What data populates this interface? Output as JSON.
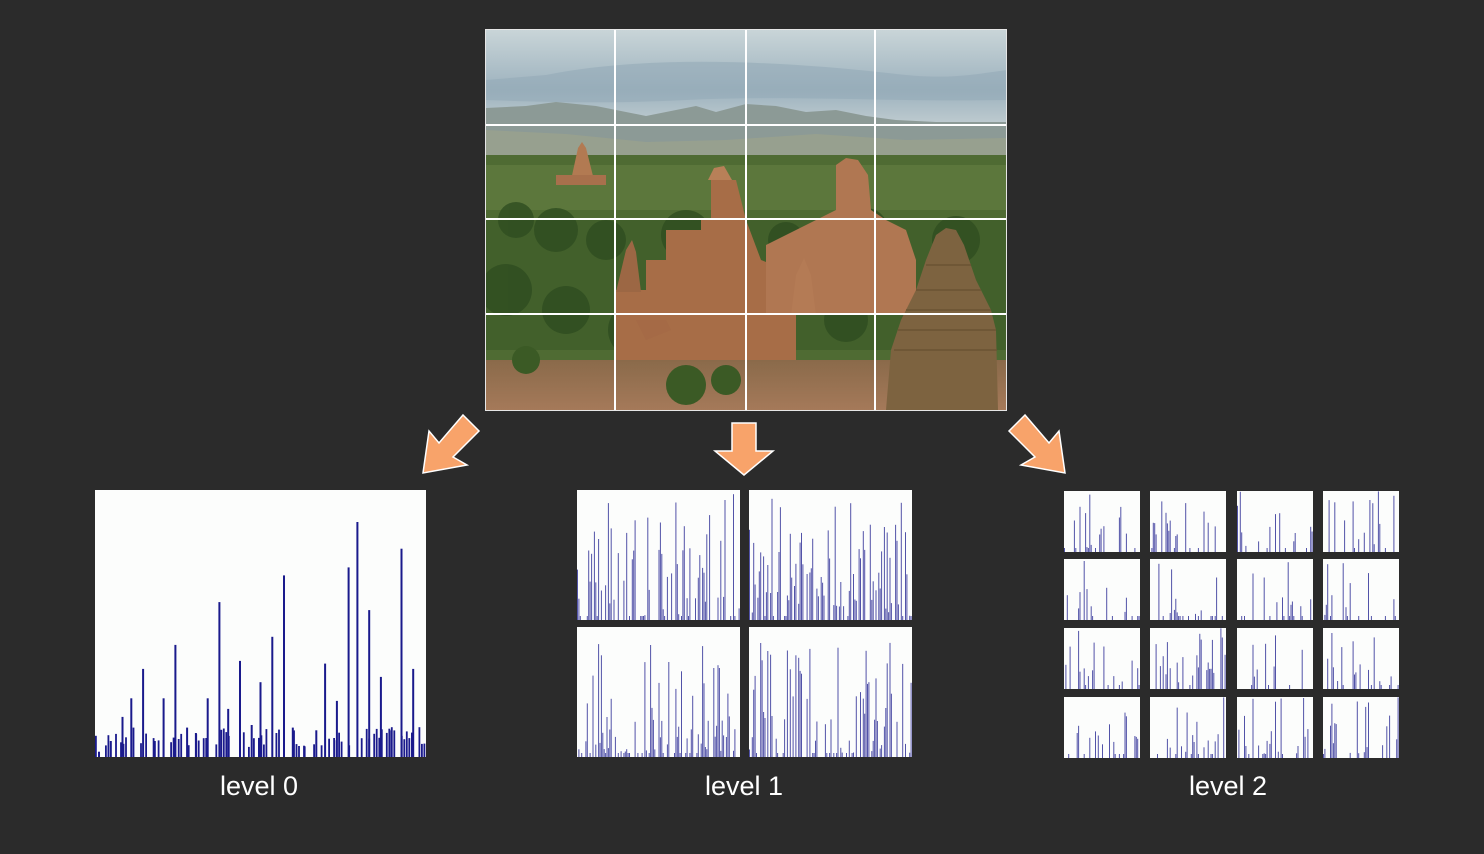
{
  "labels": {
    "level0": "level 0",
    "level1": "level 1",
    "level2": "level 2"
  },
  "colors": {
    "background": "#2b2b2b",
    "arrow_fill": "#f8a36a",
    "arrow_stroke": "#ffffff",
    "histogram_bar": "#1a1a8c",
    "panel_background": "#fcfdfc",
    "grid_line": "#ffffff"
  },
  "photo": {
    "subject": "landscape-with-temples",
    "grid": [
      4,
      4
    ]
  },
  "chart_data": [
    {
      "type": "bar",
      "name_ref": "level0",
      "panels": 1,
      "bins": 132,
      "peaks": [
        0.02,
        0.06,
        0.15,
        0.22,
        0.33,
        0.06,
        0.22,
        0.42,
        0.11,
        0.09,
        0.22,
        0.58,
        0.18,
        0.36,
        0.12,
        0.28,
        0.45,
        0.68,
        0.11,
        0.04,
        0.1,
        0.35,
        0.21,
        0.71,
        0.88,
        0.55,
        0.3,
        0.1,
        0.78,
        0.33
      ]
    },
    {
      "type": "bar",
      "name_ref": "level1",
      "panels": 4
    },
    {
      "type": "bar",
      "name_ref": "level2",
      "panels": 16
    }
  ]
}
